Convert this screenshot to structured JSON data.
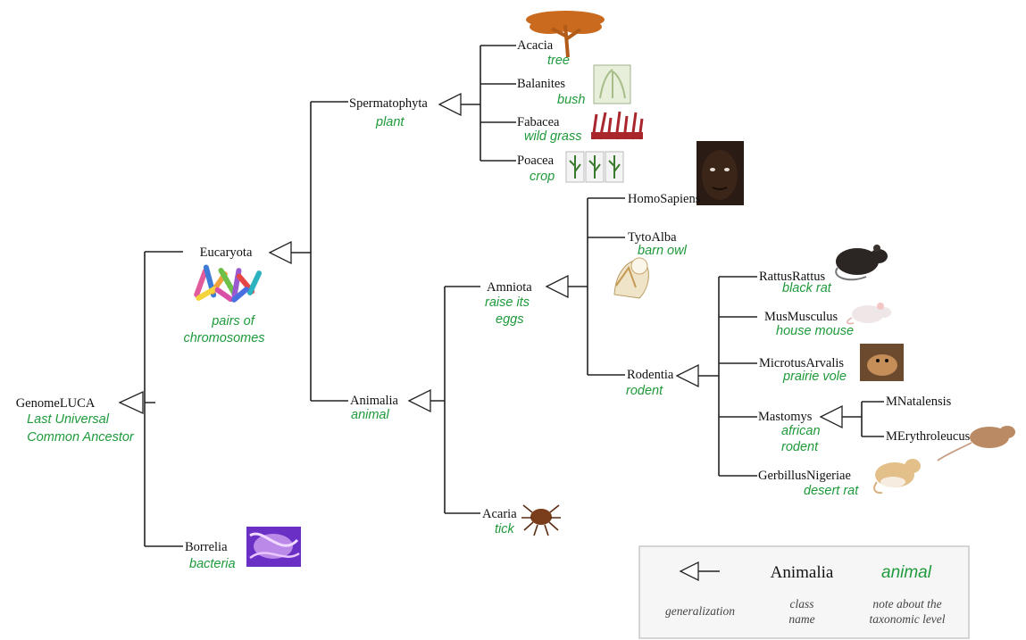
{
  "nodes": {
    "genomeluca": {
      "name": "GenomeLUCA",
      "note1": "Last Universal",
      "note2": "Common Ancestor"
    },
    "eucaryota": {
      "name": "Eucaryota",
      "note1": "pairs of",
      "note2": "chromosomes"
    },
    "borrelia": {
      "name": "Borrelia",
      "note": "bacteria"
    },
    "spermatophyta": {
      "name": "Spermatophyta",
      "note": "plant"
    },
    "animalia": {
      "name": "Animalia",
      "note": "animal"
    },
    "acacia": {
      "name": "Acacia",
      "note": "tree"
    },
    "balanites": {
      "name": "Balanites",
      "note": "bush"
    },
    "fabacea": {
      "name": "Fabacea",
      "note": "wild grass"
    },
    "poacea": {
      "name": "Poacea",
      "note": "crop"
    },
    "amniota": {
      "name": "Amniota",
      "note1": "raise its",
      "note2": "eggs"
    },
    "acaria": {
      "name": "Acaria",
      "note": "tick"
    },
    "homosapiens": {
      "name": "HomoSapiens"
    },
    "tytoalba": {
      "name": "TytoAlba",
      "note": "barn owl"
    },
    "rodentia": {
      "name": "Rodentia",
      "note": "rodent"
    },
    "rattusrattus": {
      "name": "RattusRattus",
      "note": "black rat"
    },
    "musmusculus": {
      "name": "MusMusculus",
      "note": "house mouse"
    },
    "microtusarvalis": {
      "name": "MicrotusArvalis",
      "note": "prairie vole"
    },
    "mastomys": {
      "name": "Mastomys",
      "note1": "african",
      "note2": "rodent"
    },
    "gerbillusnigeriae": {
      "name": "GerbillusNigeriae",
      "note": "desert rat"
    },
    "mnatalensis": {
      "name": "MNatalensis"
    },
    "merythroleucus": {
      "name": "MErythroleucus"
    }
  },
  "legend": {
    "example_name": "Animalia",
    "example_note": "animal",
    "generalization_caption": "generalization",
    "class_caption1": "class",
    "class_caption2": "name",
    "note_caption1": "note about the",
    "note_caption2": "taxonomic level"
  },
  "colors": {
    "note": "#1e9a3a",
    "name": "#111111",
    "line": "#222222"
  },
  "icons": [
    "chromosomes-image",
    "bacteria-image",
    "acacia-tree-image",
    "bush-image",
    "wild-grass-image",
    "crop-image",
    "human-face-image",
    "barn-owl-image",
    "tick-image",
    "black-rat-image",
    "house-mouse-image",
    "prairie-vole-image",
    "african-rodent-image",
    "desert-rat-image"
  ]
}
